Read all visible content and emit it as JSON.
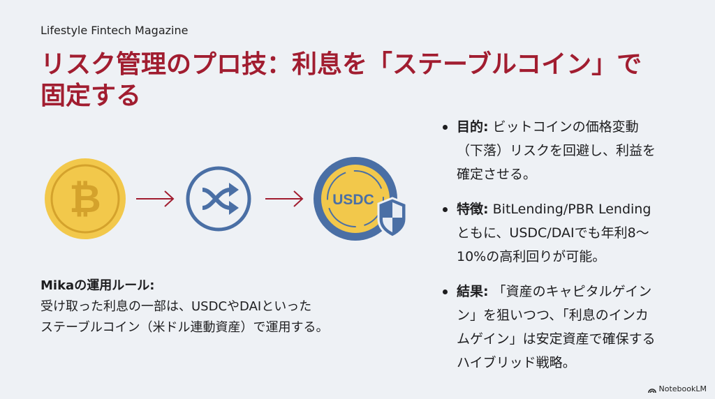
{
  "header": {
    "subtitle": "Lifestyle Fintech Magazine",
    "title_lines": [
      "リスク管理のプロ技：利息を「ステーブルコイン」で",
      "固定する"
    ]
  },
  "icons": {
    "coin_label": "USDC",
    "colors": {
      "gold": "#f2c84b",
      "gold_dark": "#d4a22c",
      "blue": "#4a6fa5",
      "arrow": "#a11d30"
    }
  },
  "rule": {
    "heading": "Mikaの運用ルール:",
    "lines": [
      "受け取った利息の一部は、USDCやDAIといった",
      "ステーブルコイン（米ドル連動資産）で運用する。"
    ]
  },
  "bullets": [
    {
      "label": "目的:",
      "lines": [
        " ビットコインの価格変動",
        "（下落）リスクを回避し、利益を",
        "確定させる。"
      ]
    },
    {
      "label": "特徴:",
      "lines": [
        " BitLending/PBR Lending",
        "ともに、USDC/DAIでも年利8〜",
        "10%の高利回りが可能。"
      ]
    },
    {
      "label": "結果:",
      "lines": " 「資産のキャピタルゲイン|ン」を狙いつつ、「利息のインカ|ムゲイン」は安定資産で確保する|ハイブリッド戦略。"
    }
  ],
  "brand": "NotebookLM"
}
